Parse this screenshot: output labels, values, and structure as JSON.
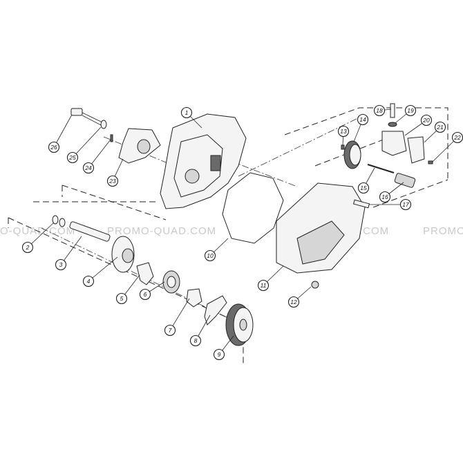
{
  "watermark": {
    "left": "O-QUAD.COM",
    "center": "PROMO-QUAD.COM",
    "right_center": "PROMO-QUAD.COM",
    "right": "PROMO"
  },
  "callouts": [
    "1",
    "2",
    "3",
    "4",
    "5",
    "6",
    "7",
    "8",
    "9",
    "10",
    "11",
    "12",
    "13",
    "14",
    "15",
    "16",
    "17",
    "18",
    "19",
    "20",
    "21",
    "22",
    "23",
    "24",
    "25",
    "26"
  ],
  "colors": {
    "line": "#222222",
    "watermark": "#c9c9c9",
    "fill": "#f4f4f4"
  }
}
